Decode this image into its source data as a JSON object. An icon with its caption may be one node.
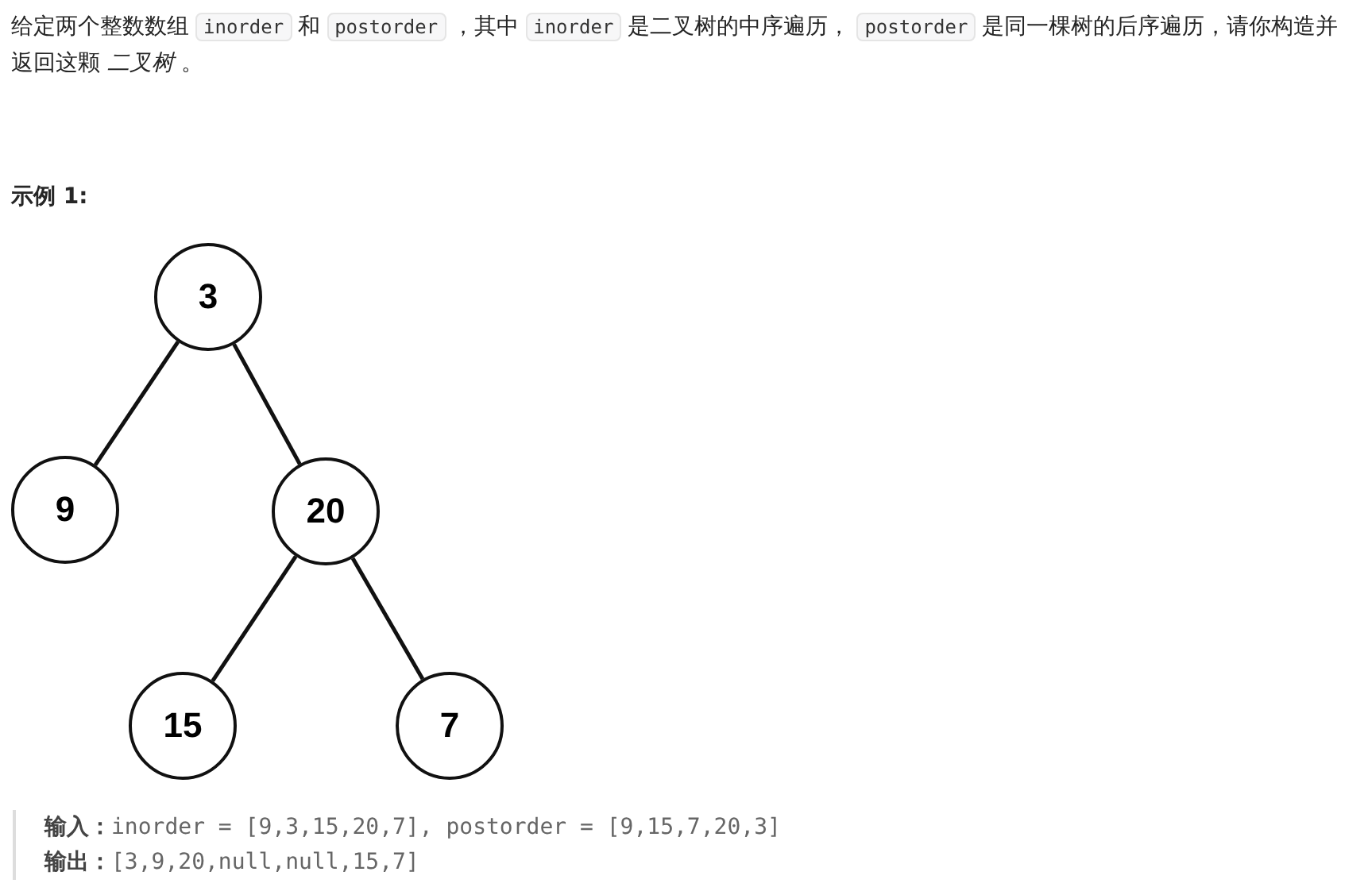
{
  "diagram": {
    "nodes": [
      {
        "text": [
          "3"
        ]
      },
      {
        "text": [
          "9"
        ]
      },
      {
        "text": [
          "20"
        ]
      },
      {
        "text": [
          "15"
        ]
      },
      {
        "text": [
          "7"
        ]
      }
    ],
    "edges": [
      {
        "from": 0,
        "to": 1,
        "arrow": "none"
      },
      {
        "from": 0,
        "to": 2,
        "arrow": "none"
      },
      {
        "from": 2,
        "to": 3,
        "arrow": "none"
      },
      {
        "from": 2,
        "to": 4,
        "arrow": "none"
      }
    ],
    "labels": [
      "给定两个整数数组",
      "inorder",
      "和",
      "postorder",
      "，其中",
      "inorder",
      "是二叉树的中序遍历，",
      "postorder",
      "是同一棵树的后序遍历，请你构造并返回这颗 *二叉树* 。",
      "示例 1:",
      "输入：",
      "inorder = [9,3,15,20,7], postorder = [9,15,7,20,3]",
      "输出：",
      "[3,9,20,null,null,15,7]"
    ]
  }
}
